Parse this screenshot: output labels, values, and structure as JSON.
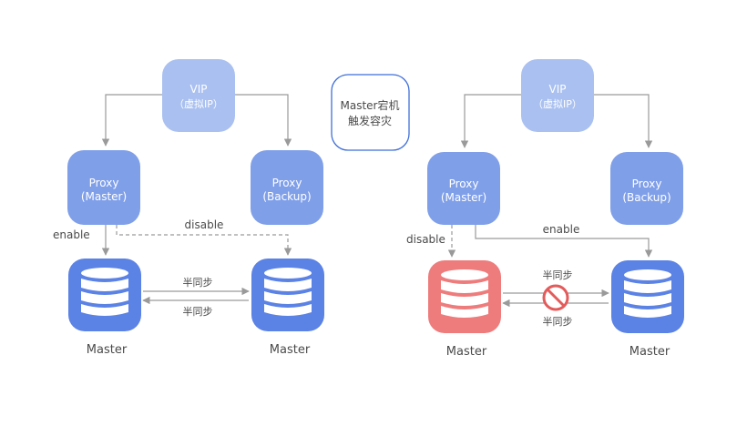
{
  "colors": {
    "vip_fill": "#a9c0f0",
    "proxy_fill": "#7f9fe9",
    "db_fill": "#5b82e5",
    "db_failed_fill": "#ee7c7c",
    "edge": "#9a9a9a",
    "box_text": "#ffffff",
    "label_text": "#4a4a4a",
    "note_border": "#3f6fd8",
    "no_sign": "#e35b5b"
  },
  "left": {
    "vip": {
      "line1": "VIP",
      "line2": "（虚拟IP）"
    },
    "proxy_master": {
      "line1": "Proxy",
      "line2": "(Master)"
    },
    "proxy_backup": {
      "line1": "Proxy",
      "line2": "(Backup)"
    },
    "edge_enable": "enable",
    "edge_disable": "disable",
    "sync_top": "半同步",
    "sync_bottom": "半同步",
    "db_left_label": "Master",
    "db_right_label": "Master"
  },
  "note": {
    "line1": "Master宕机",
    "line2": "触发容灾"
  },
  "right": {
    "vip": {
      "line1": "VIP",
      "line2": "（虚拟IP）"
    },
    "proxy_master": {
      "line1": "Proxy",
      "line2": "(Master)"
    },
    "proxy_backup": {
      "line1": "Proxy",
      "line2": "(Backup)"
    },
    "edge_enable": "enable",
    "edge_disable": "disable",
    "sync_top": "半同步",
    "sync_bottom": "半同步",
    "db_left_label": "Master",
    "db_right_label": "Master"
  }
}
